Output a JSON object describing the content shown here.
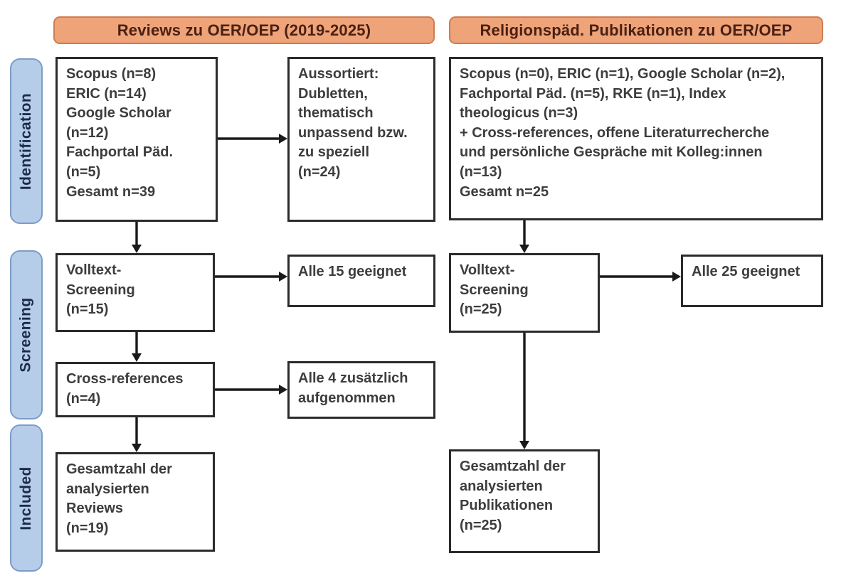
{
  "colors": {
    "orange_fill": "#efa379",
    "orange_border": "#cd7d52",
    "header_text": "#4a2012",
    "blue_fill": "#b6cde9",
    "blue_border": "#7d9cc7",
    "stage_text": "#1c2b47",
    "box_border": "#2b2b2b",
    "box_text": "#3d3d3d",
    "arrow": "#1a1a1a",
    "background": "#ffffff"
  },
  "stages": {
    "identification": "Identification",
    "screening": "Screening",
    "included": "Included"
  },
  "columns": {
    "left": {
      "header": "Reviews zu OER/OEP (2019-2025)",
      "identification": {
        "sources": "Scopus (n=8)\nERIC (n=14)\nGoogle Scholar\n(n=12)\nFachportal Päd.\n(n=5)\nGesamt n=39",
        "excluded": "Aussortiert:\nDubletten,\nthematisch\nunpassend bzw.\nzu speziell\n(n=24)"
      },
      "screening": {
        "fulltext": "Volltext-\nScreening\n(n=15)",
        "fulltext_result": "Alle 15 geeignet",
        "crossref": "Cross-references\n(n=4)",
        "crossref_result": "Alle 4 zusätzlich\naufgenommen"
      },
      "included": {
        "total": "Gesamtzahl der\nanalysierten\nReviews\n(n=19)"
      }
    },
    "right": {
      "header": "Religionspäd. Publikationen zu OER/OEP",
      "identification": {
        "sources": "Scopus (n=0), ERIC (n=1), Google Scholar (n=2),\nFachportal Päd. (n=5), RKE (n=1), Index\ntheologicus (n=3)\n+ Cross-references, offene Literaturrecherche\nund persönliche Gespräche mit Kolleg:innen\n(n=13)\nGesamt n=25"
      },
      "screening": {
        "fulltext": "Volltext-\nScreening\n(n=25)",
        "fulltext_result": "Alle 25 geeignet"
      },
      "included": {
        "total": "Gesamtzahl der\nanalysierten\nPublikationen\n(n=25)"
      }
    }
  }
}
